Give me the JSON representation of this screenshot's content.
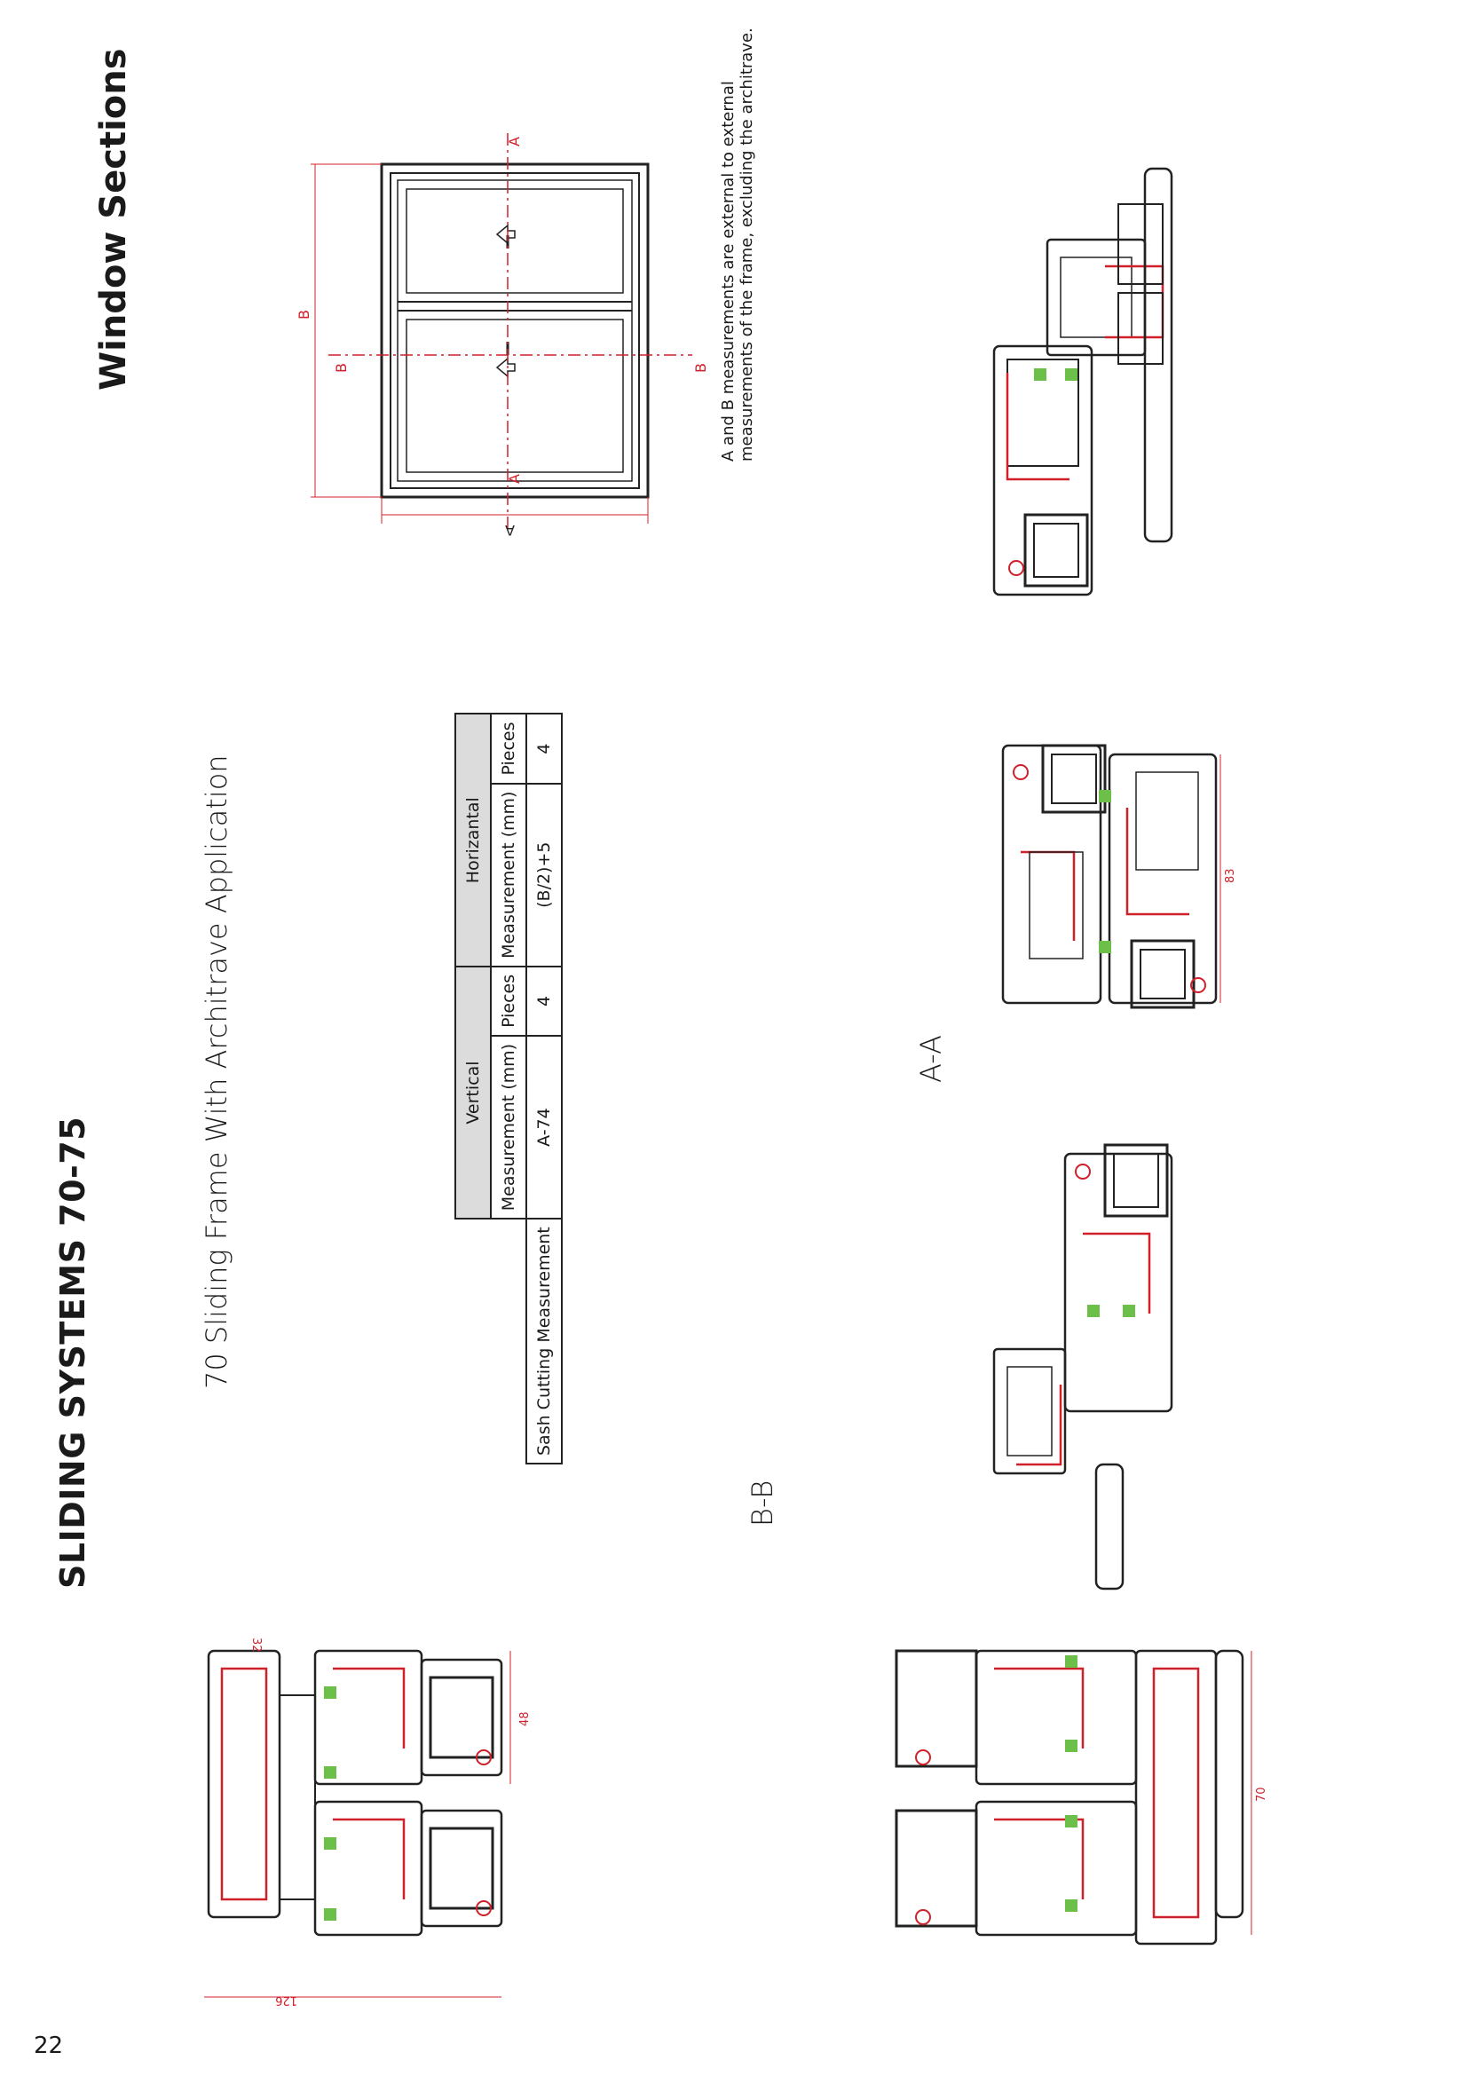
{
  "page_number": "22",
  "series_title": "SLIDING SYSTEMS 70-75",
  "page_title": "Window Sections",
  "subtitle": "70 Sliding Frame With Architrave Application",
  "cutting_table": {
    "row_label": "Sash Cutting Measurement",
    "groups": [
      "Vertical",
      "Horizantal"
    ],
    "columns": [
      "Measurement (mm)",
      "Pieces",
      "Measurement (mm)",
      "Pieces"
    ],
    "values": [
      "A-74",
      "4",
      "(B/2)+5",
      "4"
    ]
  },
  "elevation": {
    "label_a": "A",
    "label_b": "B"
  },
  "note": "A and B measurements  are external to external measurements of the frame, excluding the architrave.",
  "sections": {
    "bb_label": "B-B",
    "aa_label": "A-A"
  },
  "dimensions": {
    "d126": "126",
    "d32": "32",
    "d48": "48",
    "d70": "70",
    "d83": "83"
  },
  "colors": {
    "outline": "#222222",
    "accent_red": "#d0202a",
    "gasket_green": "#6cc04a",
    "table_header": "#dcdcdc"
  }
}
